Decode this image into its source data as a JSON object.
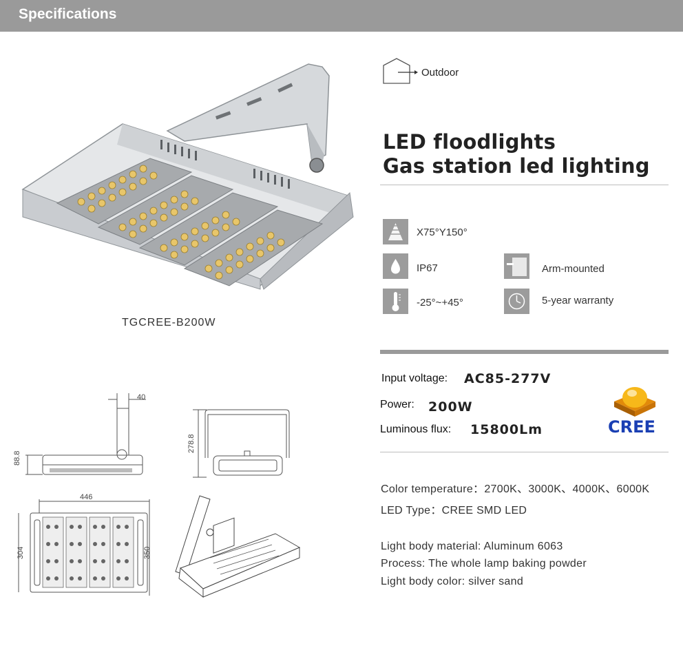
{
  "header": {
    "title": "Specifications"
  },
  "location": {
    "label": "Outdoor",
    "icon": "house-arrow-icon"
  },
  "product": {
    "title_line1": "LED floodlights",
    "title_line2": "Gas station led lighting",
    "model": "TGCREE-B200W"
  },
  "specs": {
    "beam": {
      "icon": "beam-angle-icon",
      "label": "X75°Y150°"
    },
    "ip": {
      "icon": "water-drop-icon",
      "label": "IP67"
    },
    "mount": {
      "icon": "arm-mount-icon",
      "label": "Arm-mounted"
    },
    "temp": {
      "icon": "thermometer-icon",
      "label": "-25°~+45°"
    },
    "warranty": {
      "icon": "clock-icon",
      "label": "5-year warranty"
    }
  },
  "electrical": {
    "voltage_label": "Input voltage:",
    "voltage_value": "AC85-277V",
    "power_label": "Power:",
    "power_value": "200W",
    "flux_label": "Luminous flux:",
    "flux_value": "15800Lm"
  },
  "brand": {
    "name": "CREE",
    "color": "#1a3fb3",
    "chip_color": "#f2a40c"
  },
  "details": {
    "color_temp": "Color temperature：2700K、3000K、4000K、6000K",
    "led_type": "LED Type：CREE SMD  LED",
    "material": "Light body material: Aluminum 6063",
    "process": "Process: The whole lamp baking powder",
    "body_color": "Light body color: silver sand"
  },
  "drawings": {
    "side_width": "40",
    "side_height": "88.8",
    "front_height": "278.8",
    "top_width": "446",
    "top_height_left": "304",
    "top_height_right": "350"
  },
  "colors": {
    "header_bg": "#9a9a9a",
    "icon_bg": "#9c9c9c",
    "rule": "#bdbdbd"
  }
}
